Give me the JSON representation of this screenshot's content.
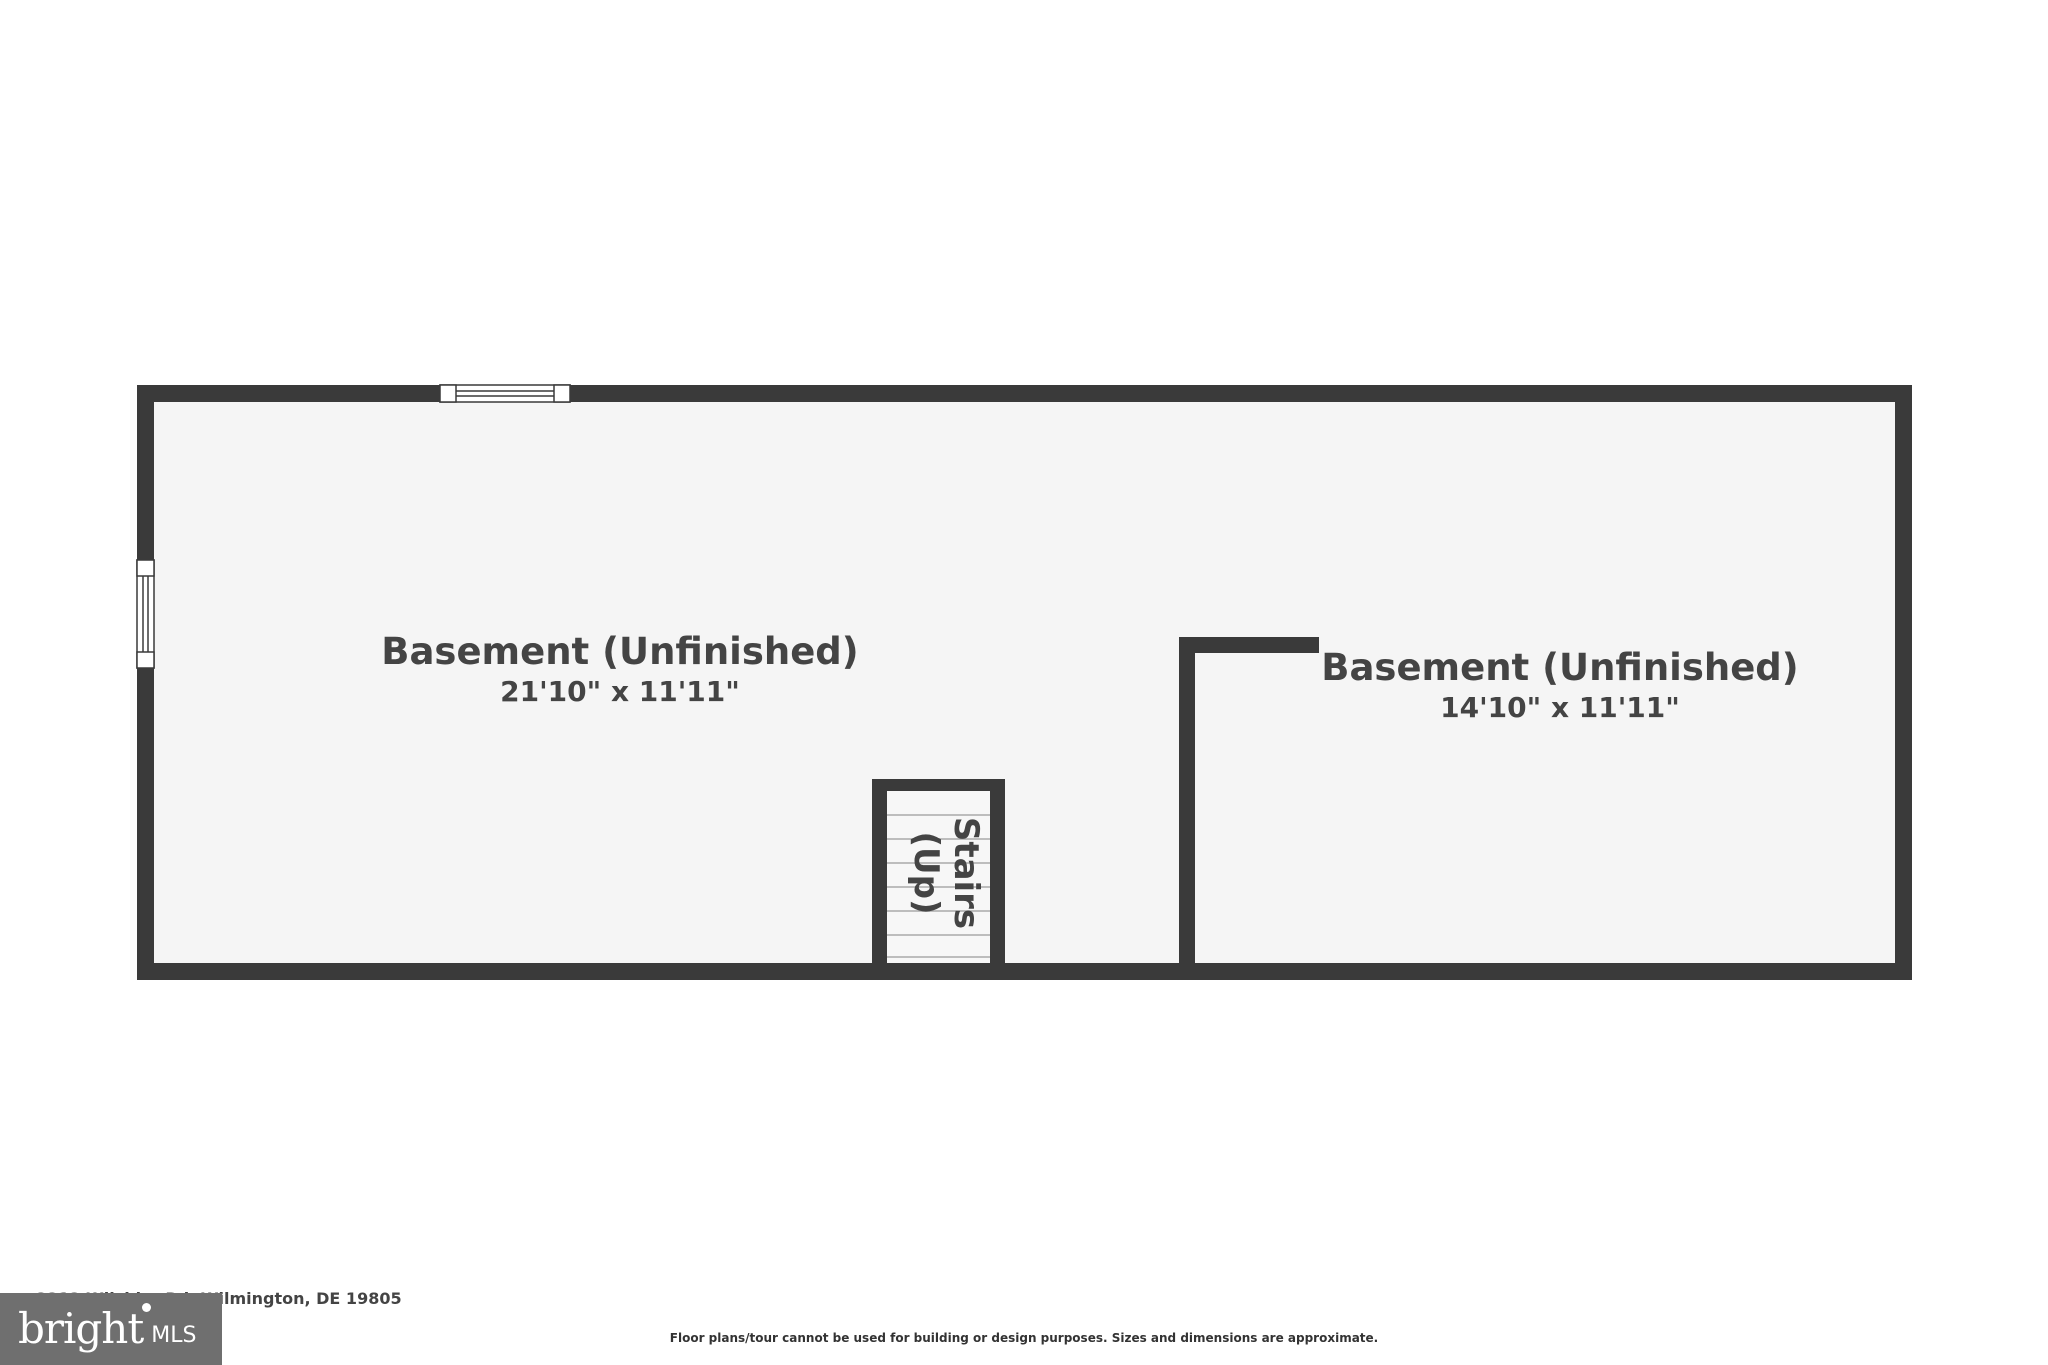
{
  "rooms": [
    {
      "name": "Basement (Unfinished)",
      "dimensions": "21'10\" x 11'11\""
    },
    {
      "name": "Basement (Unfinished)",
      "dimensions": "14'10\" x 11'11\""
    }
  ],
  "stairs": {
    "label": "Stairs",
    "direction": "(Up)"
  },
  "footer": {
    "address": "2212 Wilshire Rd, Wilmington, DE 19805",
    "disclaimer": "Floor plans/tour cannot be used for building or design purposes. Sizes and dimensions are approximate."
  },
  "logo": {
    "word": "bright",
    "sub": "MLS"
  },
  "colors": {
    "wall": "#3a3a3a",
    "floor": "#f5f5f5",
    "text": "#444444",
    "logo_bg": "#6f6f6f"
  }
}
